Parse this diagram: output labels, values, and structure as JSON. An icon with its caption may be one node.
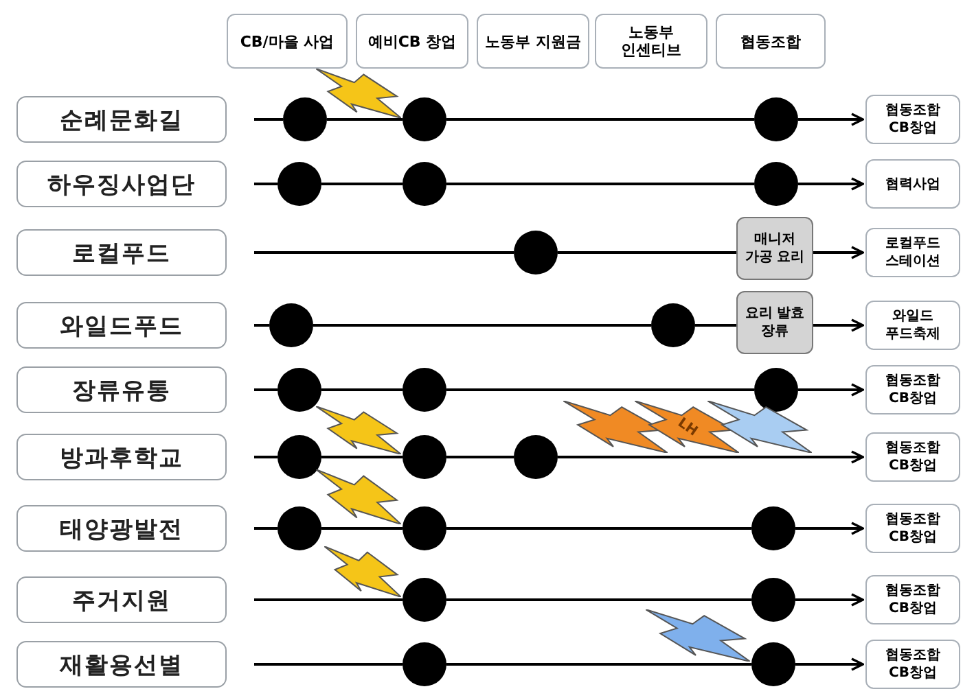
{
  "diagram": {
    "nodes": [
      {
        "text": [
          "CB/마을 사업"
        ]
      },
      {
        "text": [
          "예비CB 창업"
        ]
      },
      {
        "text": [
          "노동부 지원금"
        ]
      },
      {
        "text": [
          "노동부 인센티브"
        ]
      },
      {
        "text": [
          "협동조합"
        ]
      },
      {
        "text": [
          "순례문화길"
        ]
      },
      {
        "text": [],
        "shape": "circle"
      },
      {
        "text": [],
        "shape": "circle"
      },
      {
        "text": [],
        "shape": "circle"
      },
      {
        "text": [
          "협동조합 CB창업"
        ]
      },
      {
        "text": [
          "하우징사업단"
        ]
      },
      {
        "text": [],
        "shape": "circle"
      },
      {
        "text": [],
        "shape": "circle"
      },
      {
        "text": [],
        "shape": "circle"
      },
      {
        "text": [
          "협력사업"
        ]
      },
      {
        "text": [
          "로컬푸드"
        ]
      },
      {
        "text": [],
        "shape": "circle"
      },
      {
        "text": [
          "매니저 가공 요리"
        ]
      },
      {
        "text": [
          "로컬푸드 스테이션"
        ]
      },
      {
        "text": [
          "와일드푸드"
        ]
      },
      {
        "text": [],
        "shape": "circle"
      },
      {
        "text": [],
        "shape": "circle"
      },
      {
        "text": [
          "요리 발효 장류"
        ]
      },
      {
        "text": [
          "와일드 푸드축제"
        ]
      },
      {
        "text": [
          "장류유통"
        ]
      },
      {
        "text": [],
        "shape": "circle"
      },
      {
        "text": [],
        "shape": "circle"
      },
      {
        "text": [],
        "shape": "circle"
      },
      {
        "text": [
          "협동조합 CB창업"
        ]
      },
      {
        "text": [
          "방과후학교"
        ]
      },
      {
        "text": [],
        "shape": "circle"
      },
      {
        "text": [],
        "shape": "circle"
      },
      {
        "text": [],
        "shape": "circle"
      },
      {
        "text": [
          "협동조합 CB창업"
        ]
      },
      {
        "text": [
          "태양광발전"
        ]
      },
      {
        "text": [],
        "shape": "circle"
      },
      {
        "text": [],
        "shape": "circle"
      },
      {
        "text": [],
        "shape": "circle"
      },
      {
        "text": [
          "협동조합 CB창업"
        ]
      },
      {
        "text": [
          "주거지원"
        ]
      },
      {
        "text": [],
        "shape": "circle"
      },
      {
        "text": [],
        "shape": "circle"
      },
      {
        "text": [
          "협동조합 CB창업"
        ]
      },
      {
        "text": [
          "재활용선별"
        ]
      },
      {
        "text": [],
        "shape": "circle"
      },
      {
        "text": [],
        "shape": "circle"
      },
      {
        "text": [
          "협동조합 CB창업"
        ]
      },
      {
        "text": [],
        "shape": "bolt"
      },
      {
        "text": [],
        "shape": "bolt"
      },
      {
        "text": [],
        "shape": "bolt"
      },
      {
        "text": [],
        "shape": "bolt"
      },
      {
        "text": [],
        "shape": "bolt"
      },
      {
        "text": [
          "LH"
        ]
      },
      {
        "text": [],
        "shape": "bolt"
      },
      {
        "text": [],
        "shape": "bolt"
      }
    ],
    "edges": [
      {
        "from": null,
        "to": 6,
        "arrow": "none"
      },
      {
        "from": 6,
        "to": 7,
        "arrow": "none"
      },
      {
        "from": 7,
        "to": 8,
        "arrow": "none"
      },
      {
        "from": 8,
        "to": 9,
        "arrow": "to"
      },
      {
        "from": null,
        "to": 11,
        "arrow": "none"
      },
      {
        "from": 11,
        "to": 12,
        "arrow": "none"
      },
      {
        "from": 12,
        "to": 13,
        "arrow": "none"
      },
      {
        "from": 13,
        "to": 14,
        "arrow": "to"
      },
      {
        "from": null,
        "to": 16,
        "arrow": "none"
      },
      {
        "from": 16,
        "to": 17,
        "arrow": "none"
      },
      {
        "from": 17,
        "to": 18,
        "arrow": "to"
      },
      {
        "from": null,
        "to": 20,
        "arrow": "none"
      },
      {
        "from": 20,
        "to": 21,
        "arrow": "none"
      },
      {
        "from": 21,
        "to": 22,
        "arrow": "none"
      },
      {
        "from": 22,
        "to": 23,
        "arrow": "to"
      },
      {
        "from": null,
        "to": 25,
        "arrow": "none"
      },
      {
        "from": 25,
        "to": 26,
        "arrow": "none"
      },
      {
        "from": 26,
        "to": 27,
        "arrow": "none"
      },
      {
        "from": 27,
        "to": 28,
        "arrow": "to"
      },
      {
        "from": null,
        "to": 30,
        "arrow": "none"
      },
      {
        "from": 30,
        "to": 31,
        "arrow": "none"
      },
      {
        "from": 31,
        "to": 32,
        "arrow": "none"
      },
      {
        "from": 32,
        "to": 33,
        "arrow": "to"
      },
      {
        "from": null,
        "to": 35,
        "arrow": "none"
      },
      {
        "from": 35,
        "to": 36,
        "arrow": "none"
      },
      {
        "from": 36,
        "to": 37,
        "arrow": "none"
      },
      {
        "from": 37,
        "to": 38,
        "arrow": "to"
      },
      {
        "from": null,
        "to": 40,
        "arrow": "none"
      },
      {
        "from": 40,
        "to": 41,
        "arrow": "none"
      },
      {
        "from": 41,
        "to": 42,
        "arrow": "to"
      },
      {
        "from": null,
        "to": 44,
        "arrow": "none"
      },
      {
        "from": 44,
        "to": 45,
        "arrow": "none"
      },
      {
        "from": 45,
        "to": 46,
        "arrow": "to"
      }
    ]
  }
}
